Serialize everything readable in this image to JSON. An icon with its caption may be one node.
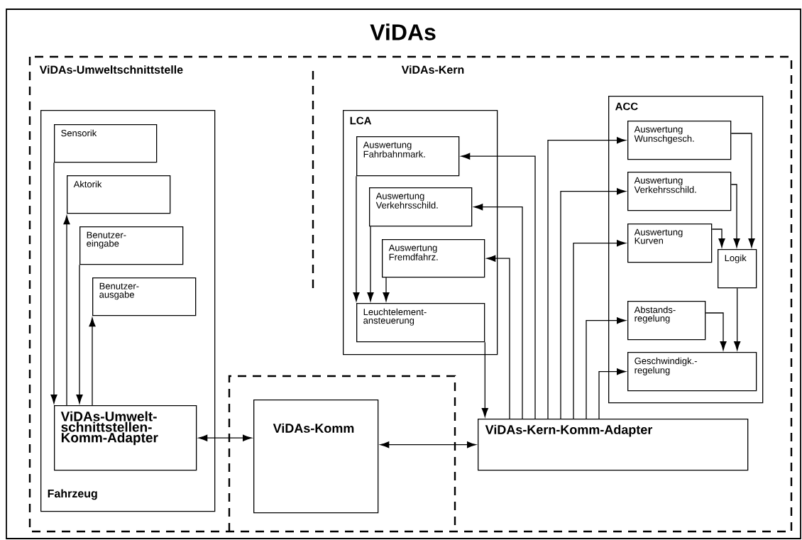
{
  "diagram": {
    "title": "ViDAs",
    "nodes": [
      {
        "text": [
          "Fahrzeug"
        ]
      },
      {
        "text": [
          "Sensorik"
        ],
        "in": 0
      },
      {
        "text": [
          "Aktorik"
        ],
        "in": 0
      },
      {
        "text": [
          "Benutzer- eingabe"
        ],
        "in": 0
      },
      {
        "text": [
          "Benutzer- ausgabe"
        ],
        "in": 0
      },
      {
        "text": [
          "ViDAs-Umwelt- schnittstellen- Komm-Adapter"
        ],
        "in": 0
      },
      {
        "text": [
          "ViDAs-Komm"
        ]
      },
      {
        "text": [
          "LCA"
        ]
      },
      {
        "text": [
          "Auswertung Fahrbahnmark."
        ],
        "in": 7
      },
      {
        "text": [
          "Auswertung Verkehrsschild."
        ],
        "in": 7
      },
      {
        "text": [
          "Auswertung Fremdfahrz."
        ],
        "in": 7
      },
      {
        "text": [
          "Leuchtelement- ansteuerung"
        ],
        "in": 7
      },
      {
        "text": [
          "ACC"
        ]
      },
      {
        "text": [
          "Auswertung Wunschgesch."
        ],
        "in": 12
      },
      {
        "text": [
          "Auswertung Verkehrsschild."
        ],
        "in": 12
      },
      {
        "text": [
          "Auswertung Kurven"
        ],
        "in": 12
      },
      {
        "text": [
          "Logik"
        ],
        "in": 12
      },
      {
        "text": [
          "Abstands- regelung"
        ],
        "in": 12
      },
      {
        "text": [
          "Geschwindigk.- regelung"
        ],
        "in": 12
      },
      {
        "text": [
          "ViDAs-Kern-Komm-Adapter"
        ]
      }
    ],
    "edges": [
      {
        "from": 1,
        "to": 5,
        "arrow": "to"
      },
      {
        "from": 5,
        "to": 2,
        "arrow": "to"
      },
      {
        "from": 3,
        "to": 5,
        "arrow": "to"
      },
      {
        "from": 5,
        "to": 4,
        "arrow": "to"
      },
      {
        "from": 5,
        "to": 6,
        "arrow": "both"
      },
      {
        "from": 6,
        "to": 19,
        "arrow": "both"
      },
      {
        "from": 19,
        "to": 8,
        "arrow": "to"
      },
      {
        "from": 19,
        "to": 9,
        "arrow": "to"
      },
      {
        "from": 19,
        "to": 10,
        "arrow": "to"
      },
      {
        "from": 8,
        "to": 11,
        "arrow": "to"
      },
      {
        "from": 9,
        "to": 11,
        "arrow": "to"
      },
      {
        "from": 10,
        "to": 11,
        "arrow": "to"
      },
      {
        "from": 11,
        "to": 19,
        "arrow": "to"
      },
      {
        "from": 19,
        "to": 13,
        "arrow": "to"
      },
      {
        "from": 19,
        "to": 14,
        "arrow": "to"
      },
      {
        "from": 19,
        "to": 15,
        "arrow": "to"
      },
      {
        "from": 19,
        "to": 17,
        "arrow": "to"
      },
      {
        "from": 19,
        "to": 18,
        "arrow": "to"
      },
      {
        "from": 13,
        "to": 16,
        "arrow": "to"
      },
      {
        "from": 14,
        "to": 16,
        "arrow": "to"
      },
      {
        "from": 15,
        "to": 16,
        "arrow": "to"
      },
      {
        "from": 16,
        "to": 18,
        "arrow": "to"
      },
      {
        "from": 17,
        "to": 18,
        "arrow": "to"
      }
    ],
    "labels": [
      "ViDAs-Umweltschnittstelle",
      "ViDAs-Kern"
    ]
  }
}
